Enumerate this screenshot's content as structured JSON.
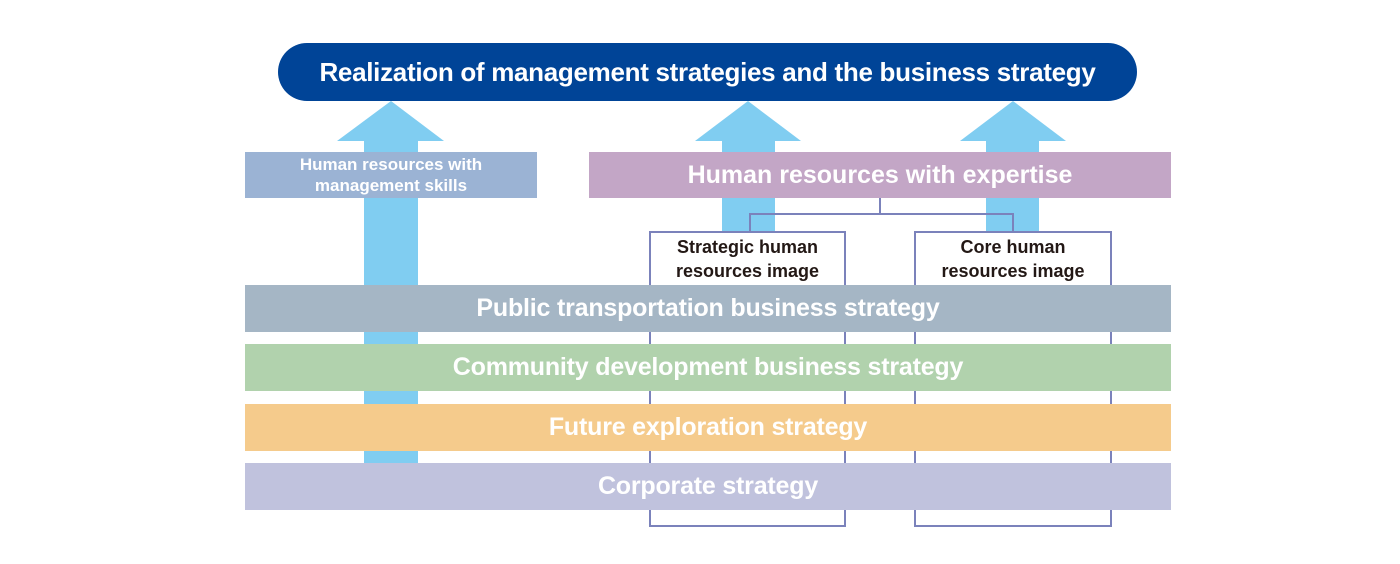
{
  "title": {
    "label": "Realization of management strategies and the business strategy",
    "color": "#004497"
  },
  "arrow_color": "#80cdf1",
  "human_resources": {
    "management": {
      "label": "Human resources with management skills",
      "line1": "Human resources with",
      "line2": "management skills",
      "color": "#9bb3d4"
    },
    "expertise": {
      "label": "Human resources with expertise",
      "color": "#c3a6c6"
    }
  },
  "images": {
    "line_color": "#7b82bb",
    "strategic": {
      "line1": "Strategic human",
      "line2": "resources image"
    },
    "core": {
      "line1": "Core human",
      "line2": "resources image"
    }
  },
  "strategies": [
    {
      "label": "Public transportation business strategy",
      "color": "#a5b6c5"
    },
    {
      "label": "Community development business strategy",
      "color": "#b1d2ad"
    },
    {
      "label": "Future exploration strategy",
      "color": "#f5cb8c"
    },
    {
      "label": "Corporate strategy",
      "color": "#c0c2dd"
    }
  ]
}
